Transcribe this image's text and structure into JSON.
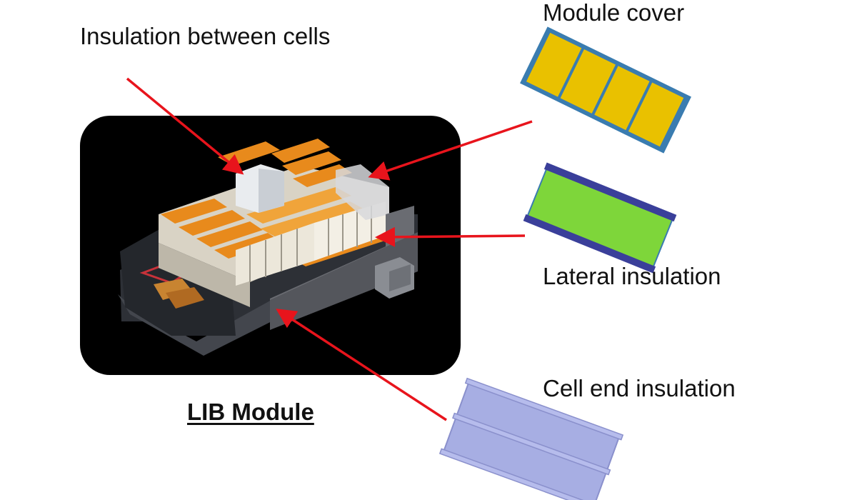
{
  "labels": {
    "insulation_between_cells": "Insulation between cells",
    "module_cover": "Module cover",
    "lateral_insulation": "Lateral insulation",
    "cell_end_insulation": "Cell end insulation",
    "lib_module": "LIB Module"
  },
  "colors": {
    "arrow": "#e8141c",
    "module_background": "#000000",
    "cell_orange": "#e88a1c",
    "cell_body": "#e8e1d2",
    "cover_frame": "#3a7cb0",
    "cover_panel": "#e9c100",
    "lateral_frame": "#3a3f9a",
    "lateral_panel": "#7ed63a",
    "end_insulation": "#a7aee3"
  },
  "icons": [
    "module-cover-part",
    "lateral-insulation-part",
    "cell-end-insulation-part",
    "lib-module-image"
  ]
}
